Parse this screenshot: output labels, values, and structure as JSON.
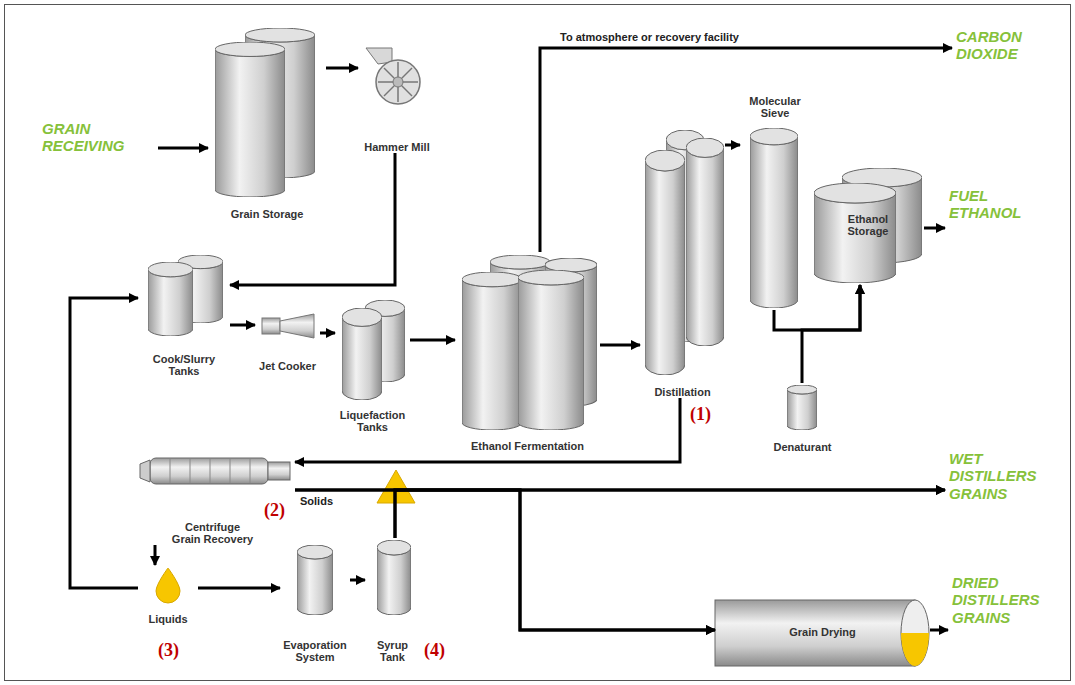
{
  "diagram": {
    "nodes": [
      {
        "text": [
          "GRAIN RECEIVING"
        ]
      },
      {
        "text": [
          "Grain Storage"
        ]
      },
      {
        "text": [
          "Hammer Mill"
        ]
      },
      {
        "text": [
          "CARBON DIOXIDE"
        ]
      },
      {
        "text": [
          "Cook/Slurry Tanks"
        ]
      },
      {
        "text": [
          "Jet Cooker"
        ]
      },
      {
        "text": [
          "Liquefaction Tanks"
        ]
      },
      {
        "text": [
          "Ethanol Fermentation"
        ]
      },
      {
        "text": [
          "Distillation"
        ]
      },
      {
        "text": [
          "Molecular Sieve"
        ]
      },
      {
        "text": [
          "Ethanol Storage"
        ]
      },
      {
        "text": [
          "FUEL ETHANOL"
        ]
      },
      {
        "text": [
          "Denaturant"
        ]
      },
      {
        "text": [
          "Centrifuge Grain Recovery"
        ]
      },
      {
        "text": [
          "WET DISTILLERS GRAINS"
        ]
      },
      {
        "text": [
          "Liquids"
        ]
      },
      {
        "text": [
          "Evaporation System"
        ]
      },
      {
        "text": [
          "Syrup Tank"
        ]
      },
      {
        "text": [
          "Grain Drying"
        ]
      },
      {
        "text": [
          "DRIED DISTILLERS GRAINS"
        ]
      }
    ],
    "edges": [
      {
        "from": 0,
        "to": 1,
        "arrow": "to"
      },
      {
        "from": 1,
        "to": 2,
        "arrow": "to"
      },
      {
        "from": 2,
        "to": 4,
        "arrow": "to"
      },
      {
        "from": 7,
        "to": 3,
        "arrow": "to",
        "label": "To atmosphere or recovery facility"
      },
      {
        "from": 4,
        "to": 5,
        "arrow": "to"
      },
      {
        "from": 5,
        "to": 6,
        "arrow": "to"
      },
      {
        "from": 6,
        "to": 7,
        "arrow": "to"
      },
      {
        "from": 7,
        "to": 8,
        "arrow": "to"
      },
      {
        "from": 8,
        "to": 9,
        "arrow": "to"
      },
      {
        "from": 9,
        "to": 10,
        "arrow": "to"
      },
      {
        "from": 12,
        "to": 10,
        "arrow": "to"
      },
      {
        "from": 10,
        "to": 11,
        "arrow": "to"
      },
      {
        "from": 8,
        "to": 13,
        "arrow": "to"
      },
      {
        "from": 13,
        "to": 15,
        "arrow": "to"
      },
      {
        "from": 15,
        "to": 4,
        "arrow": "to"
      },
      {
        "from": 15,
        "to": 16,
        "arrow": "to"
      },
      {
        "from": 16,
        "to": 17,
        "arrow": "to"
      },
      {
        "from": 13,
        "to": 14,
        "arrow": "to",
        "label": "Solids"
      },
      {
        "from": 13,
        "to": 18,
        "arrow": "to"
      },
      {
        "from": 17,
        "to": 14,
        "arrow": "to"
      },
      {
        "from": 17,
        "to": 18,
        "arrow": "to"
      },
      {
        "from": 18,
        "to": 19,
        "arrow": "to"
      }
    ],
    "labels": [
      "(1)",
      "(2)",
      "(3)",
      "(4)"
    ]
  }
}
